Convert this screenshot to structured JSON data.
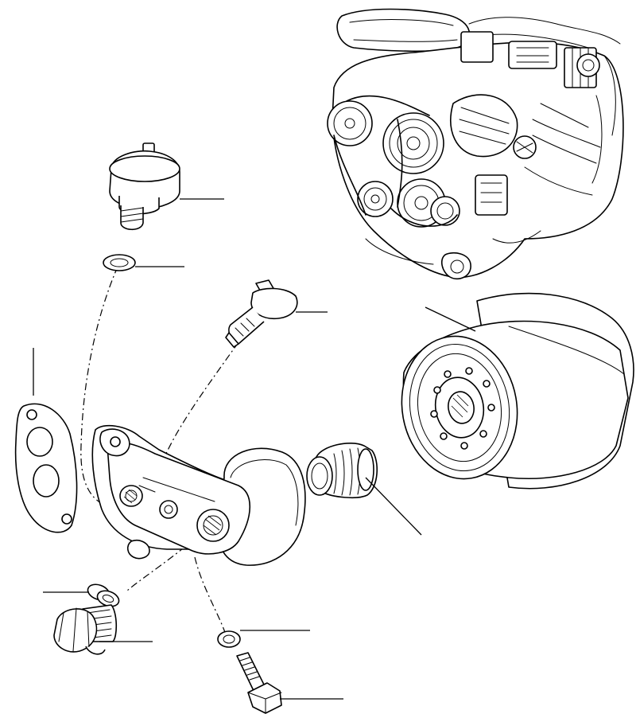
{
  "diagram": {
    "parts": [
      {
        "id": "pressure-switch"
      },
      {
        "id": "washer-upper"
      },
      {
        "id": "temperature-sender"
      },
      {
        "id": "gasket"
      },
      {
        "id": "filter-adapter-housing"
      },
      {
        "id": "threaded-adapter"
      },
      {
        "id": "oil-filter"
      },
      {
        "id": "washer-plug"
      },
      {
        "id": "drain-plug"
      },
      {
        "id": "washer-bolt"
      },
      {
        "id": "bolt"
      },
      {
        "id": "engine"
      }
    ]
  },
  "colors": {
    "ink": "#000000",
    "paper": "#ffffff"
  }
}
